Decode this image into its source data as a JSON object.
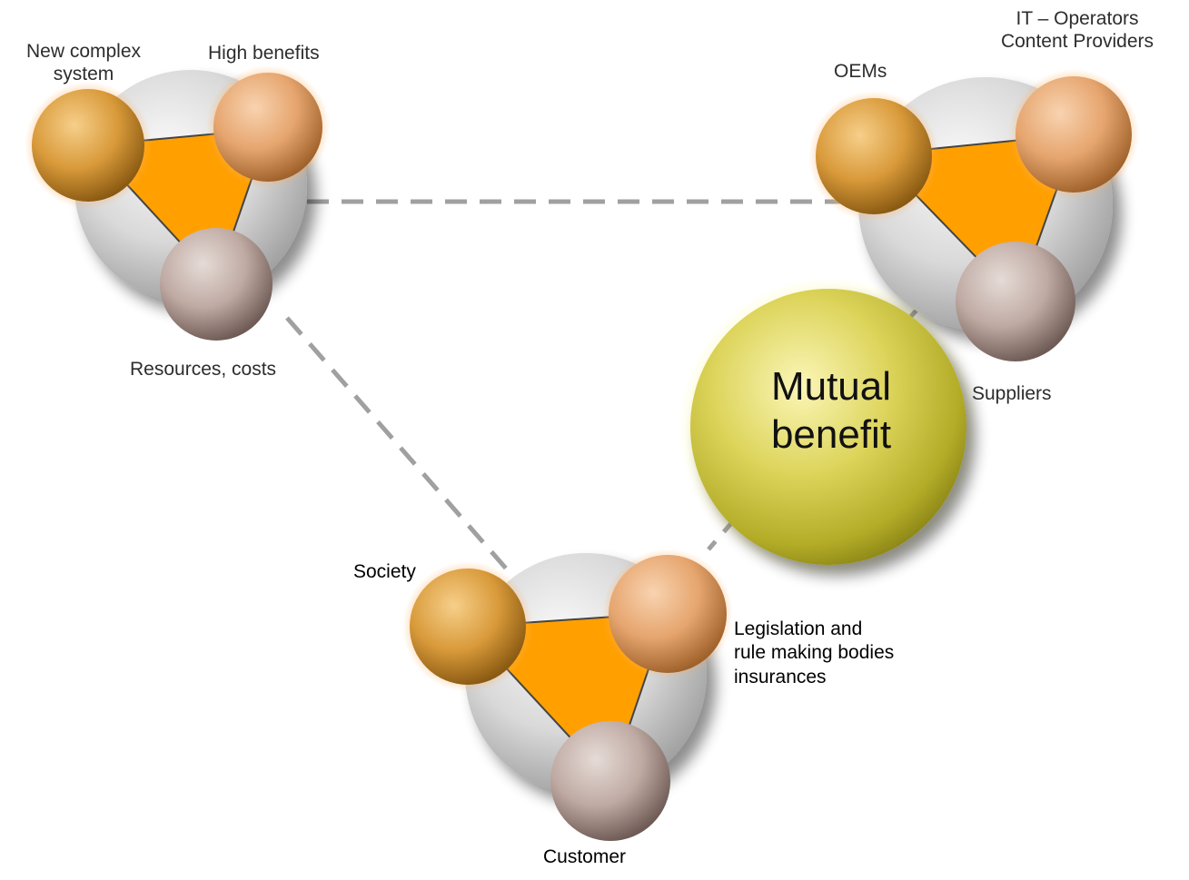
{
  "colors": {
    "connector": "#a0a0a0",
    "triangle_fill": "#ffa000",
    "sphere_gold": "#d99a3a",
    "sphere_peach": "#e6a56e",
    "sphere_taupe": "#bfaaa3",
    "mutual_sphere": "#c9c23c"
  },
  "clusters": {
    "top_left": {
      "sphere_a": "New complex\nsystem",
      "sphere_b": "High benefits",
      "sphere_c": "Resources, costs"
    },
    "top_right": {
      "sphere_a": "OEMs",
      "sphere_b": "IT – Operators\nContent Providers",
      "sphere_c": "Suppliers"
    },
    "bottom": {
      "sphere_a": "Society",
      "sphere_b": "Legislation and\nrule making bodies\ninsurances",
      "sphere_c": "Customer"
    }
  },
  "center": {
    "label_line1": "Mutual",
    "label_line2": "benefit"
  }
}
